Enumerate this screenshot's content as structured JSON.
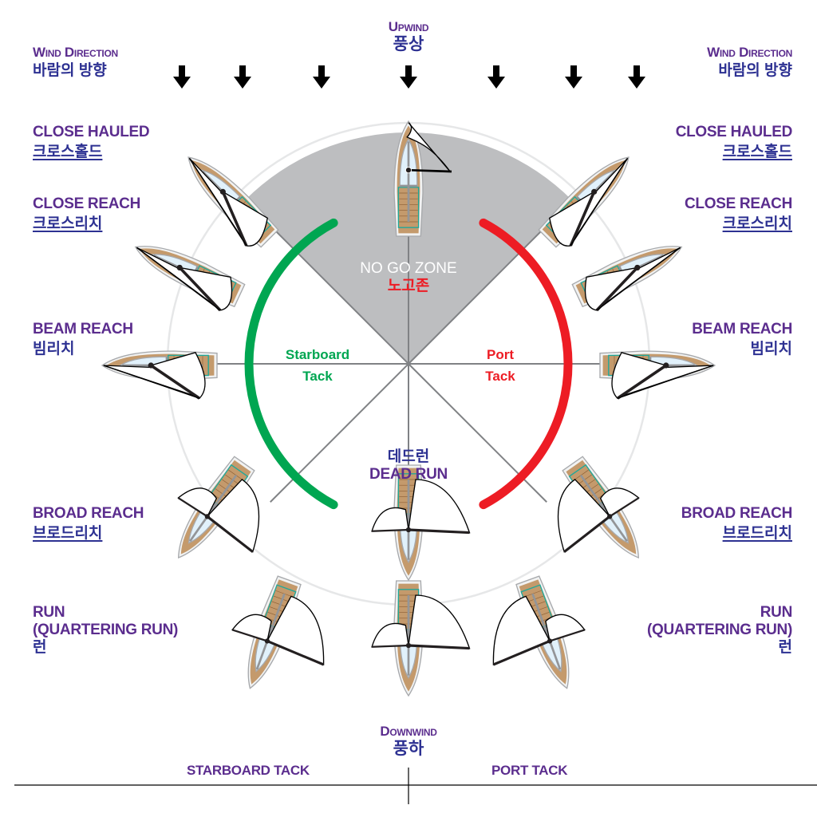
{
  "title": "Points of Sail",
  "colors": {
    "label_en": "#5b2d8e",
    "label_ko": "#2d3192",
    "no_go_zone": "#bdbec0",
    "starboard": "#00a651",
    "port": "#ed1c24",
    "spokes": "#808285",
    "circle": "#e6e7e8",
    "deck_wood": "#c49a6c",
    "cockpit": "#e1f1fb",
    "trim": "#1fa89a"
  },
  "header": {
    "upwind": {
      "en": "Upwind",
      "ko": "풍상"
    },
    "wind_direction_left": {
      "en": "Wind Direction",
      "ko": "바람의 방향"
    },
    "wind_direction_right": {
      "en": "Wind Direction",
      "ko": "바람의 방향"
    },
    "wind_arrows": 7,
    "wind_arrow_icon": "down-arrow-icon"
  },
  "points_of_sail": {
    "close_hauled": {
      "en": "CLOSE HAULED",
      "ko": "크로스홀드"
    },
    "close_reach": {
      "en": "CLOSE REACH",
      "ko": "크로스리치"
    },
    "beam_reach": {
      "en": "BEAM REACH",
      "ko": "빔리치"
    },
    "broad_reach": {
      "en": "BROAD REACH",
      "ko": "브로드리치"
    },
    "run": {
      "en1": "RUN",
      "en2": "(QUARTERING RUN)",
      "ko": "런"
    }
  },
  "center": {
    "no_go_zone": {
      "en": "NO GO ZONE",
      "ko": "노고존"
    },
    "starboard_tack": {
      "line1": "Starboard",
      "line2": "Tack"
    },
    "port_tack": {
      "line1": "Port",
      "line2": "Tack"
    },
    "dead_run": {
      "ko": "데드런",
      "en": "DEAD RUN"
    }
  },
  "footer": {
    "downwind": {
      "en": "Downwind",
      "ko": "풍하"
    },
    "starboard_tack": "STARBOARD TACK",
    "port_tack": "PORT TACK"
  },
  "boats": [
    {
      "name": "boat-head-to-wind",
      "heading_deg": 0,
      "sail": "luffing"
    },
    {
      "name": "boat-close-hauled-starboard",
      "heading_deg": -45,
      "sail": "close"
    },
    {
      "name": "boat-close-reach-starboard",
      "heading_deg": -65,
      "sail": "close"
    },
    {
      "name": "boat-beam-reach-starboard",
      "heading_deg": -90,
      "sail": "beam"
    },
    {
      "name": "boat-broad-reach-starboard",
      "heading_deg": -145,
      "sail": "broad"
    },
    {
      "name": "boat-run-starboard",
      "heading_deg": -160,
      "sail": "run"
    },
    {
      "name": "boat-dead-run-inner",
      "heading_deg": 180,
      "sail": "run"
    },
    {
      "name": "boat-dead-run-outer",
      "heading_deg": 180,
      "sail": "run"
    },
    {
      "name": "boat-run-port",
      "heading_deg": 160,
      "sail": "run"
    },
    {
      "name": "boat-broad-reach-port",
      "heading_deg": 145,
      "sail": "broad"
    },
    {
      "name": "boat-beam-reach-port",
      "heading_deg": 90,
      "sail": "beam"
    },
    {
      "name": "boat-close-reach-port",
      "heading_deg": 65,
      "sail": "close"
    },
    {
      "name": "boat-close-hauled-port",
      "heading_deg": 45,
      "sail": "close"
    }
  ]
}
